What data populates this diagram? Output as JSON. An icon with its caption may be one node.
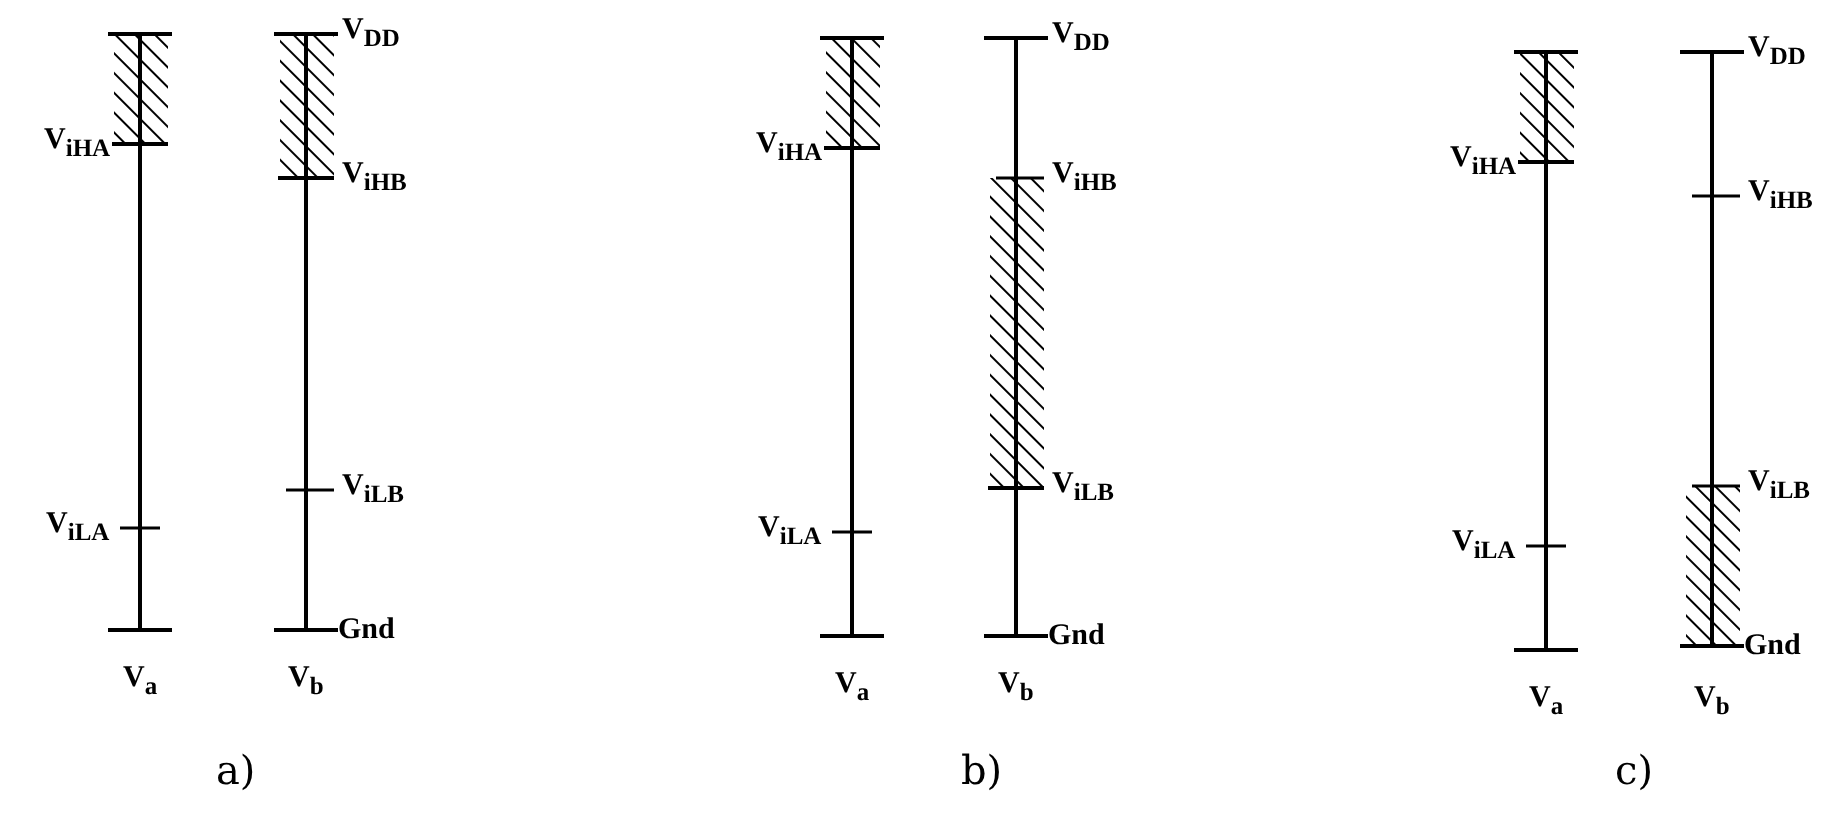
{
  "diagram": {
    "labels": [
      "V$_{DD}$",
      "V$_{iHA}$",
      "V$_{iHB}$",
      "V$_{iLB}$",
      "V$_{iLA}$",
      "Gnd",
      "V$_{a}$",
      "V$_{b}$",
      "a)",
      "V$_{DD}$",
      "V$_{iHA}$",
      "V$_{iHB}$",
      "V$_{iLB}$",
      "V$_{iLA}$",
      "Gnd",
      "V$_{a}$",
      "V$_{b}$",
      "b)",
      "V$_{DD}$",
      "V$_{iHA}$",
      "V$_{iHB}$",
      "V$_{iLB}$",
      "V$_{iLA}$",
      "Gnd",
      "V$_{a}$",
      "V$_{b}$",
      "c)"
    ]
  }
}
